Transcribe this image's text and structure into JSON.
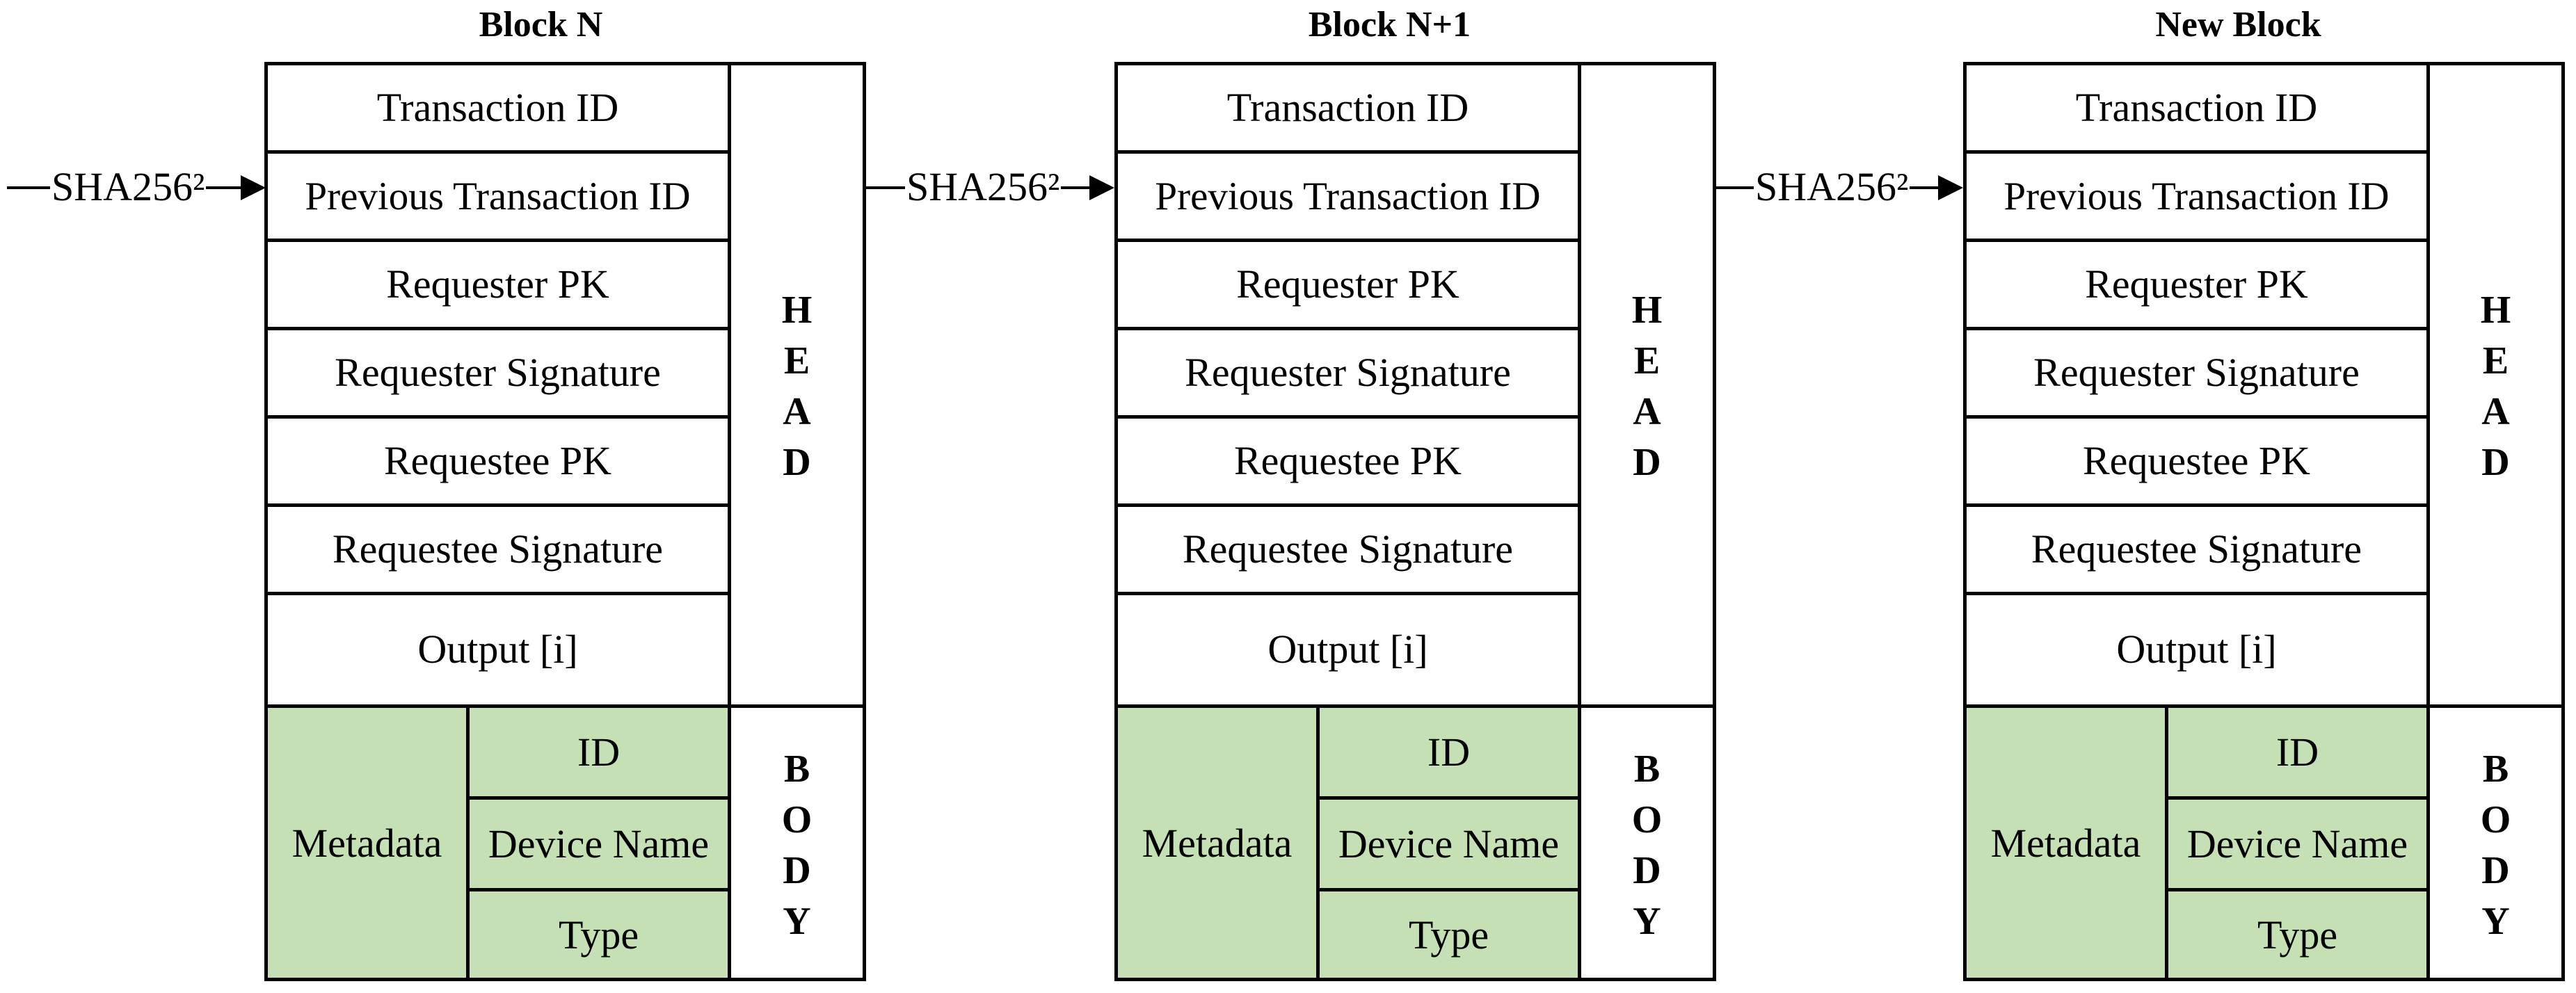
{
  "blocks": [
    {
      "title": "Block N",
      "rows": [
        "Transaction ID",
        "Previous Transaction ID",
        "Requester PK",
        "Requester Signature",
        "Requestee PK",
        "Requestee Signature",
        "Output [i]"
      ],
      "metadata_label": "Metadata",
      "metadata_fields": [
        "ID",
        "Device Name",
        "Type"
      ],
      "head_label": [
        "H",
        "E",
        "A",
        "D"
      ],
      "body_label": [
        "B",
        "O",
        "D",
        "Y"
      ]
    },
    {
      "title": "Block N+1",
      "rows": [
        "Transaction ID",
        "Previous Transaction ID",
        "Requester PK",
        "Requester Signature",
        "Requestee PK",
        "Requestee Signature",
        "Output [i]"
      ],
      "metadata_label": "Metadata",
      "metadata_fields": [
        "ID",
        "Device Name",
        "Type"
      ],
      "head_label": [
        "H",
        "E",
        "A",
        "D"
      ],
      "body_label": [
        "B",
        "O",
        "D",
        "Y"
      ]
    },
    {
      "title": "New Block",
      "rows": [
        "Transaction ID",
        "Previous Transaction ID",
        "Requester PK",
        "Requester Signature",
        "Requestee PK",
        "Requestee Signature",
        "Output [i]"
      ],
      "metadata_label": "Metadata",
      "metadata_fields": [
        "ID",
        "Device Name",
        "Type"
      ],
      "head_label": [
        "H",
        "E",
        "A",
        "D"
      ],
      "body_label": [
        "B",
        "O",
        "D",
        "Y"
      ]
    }
  ],
  "hash_link_label": "SHA256²",
  "colors": {
    "body_fill": "#c5e0b4",
    "stroke": "#000000"
  }
}
